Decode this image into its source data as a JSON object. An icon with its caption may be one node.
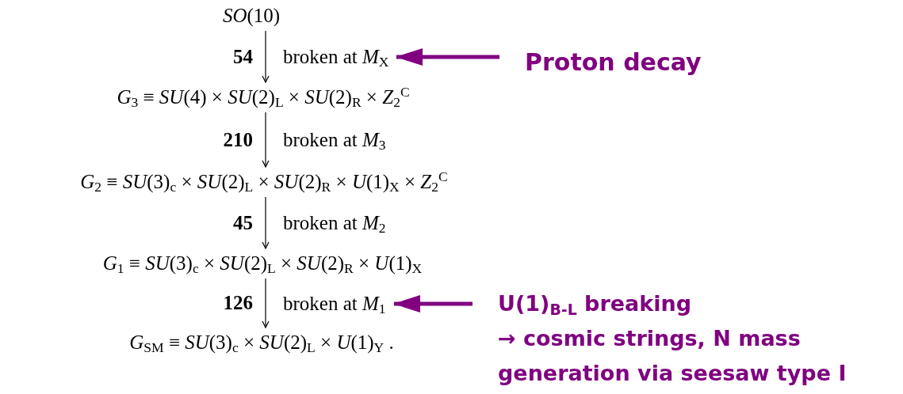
{
  "diagram": {
    "nodes": [
      {
        "text": [
          "*SO*(10)"
        ]
      },
      {
        "text": [
          "broken at *M*$_{X}$"
        ]
      },
      {
        "text": [
          "*G*$_{3}$ ≡ *SU*(4) × *SU*(2)$_{L}$ × *SU*(2)$_{R}$ × *Z*$_{2}$$^{C}$"
        ]
      },
      {
        "text": [
          "broken at *M*$_{3}$"
        ]
      },
      {
        "text": [
          "*G*$_{2}$ ≡ *SU*(3)$_{c}$ × *SU*(2)$_{L}$ × *SU*(2)$_{R}$ × *U*(1)$_{X}$ × *Z*$_{2}$$^{C}$"
        ]
      },
      {
        "text": [
          "broken at *M*$_{2}$"
        ]
      },
      {
        "text": [
          "*G*$_{1}$ ≡ *SU*(3)$_{c}$ × *SU*(2)$_{L}$ × *SU*(2)$_{R}$ × *U*(1)$_{X}$"
        ]
      },
      {
        "text": [
          "broken at *M*$_{1}$"
        ]
      },
      {
        "text": [
          "*G*$_{SM}$ ≡ *SU*(3)$_{c}$ × *SU*(2)$_{L}$ × *U*(1)$_{Y}$ ."
        ]
      },
      {
        "text": [
          "Proton decay"
        ]
      },
      {
        "text": [
          "U(1)$_{B-L}$ breaking",
          "→ cosmic strings, N mass generation via seesaw type I"
        ]
      }
    ],
    "edges": [
      {
        "from": 0,
        "to": 2,
        "arrow": "to",
        "label": "54"
      },
      {
        "from": 2,
        "to": 4,
        "arrow": "to",
        "label": "210"
      },
      {
        "from": 4,
        "to": 6,
        "arrow": "to",
        "label": "45"
      },
      {
        "from": 6,
        "to": 8,
        "arrow": "to",
        "label": "126"
      },
      {
        "from": 9,
        "to": 1,
        "arrow": "to",
        "style": "thick",
        "color": "#800080"
      },
      {
        "from": 10,
        "to": 7,
        "arrow": "to",
        "style": "thick",
        "color": "#800080"
      }
    ]
  }
}
